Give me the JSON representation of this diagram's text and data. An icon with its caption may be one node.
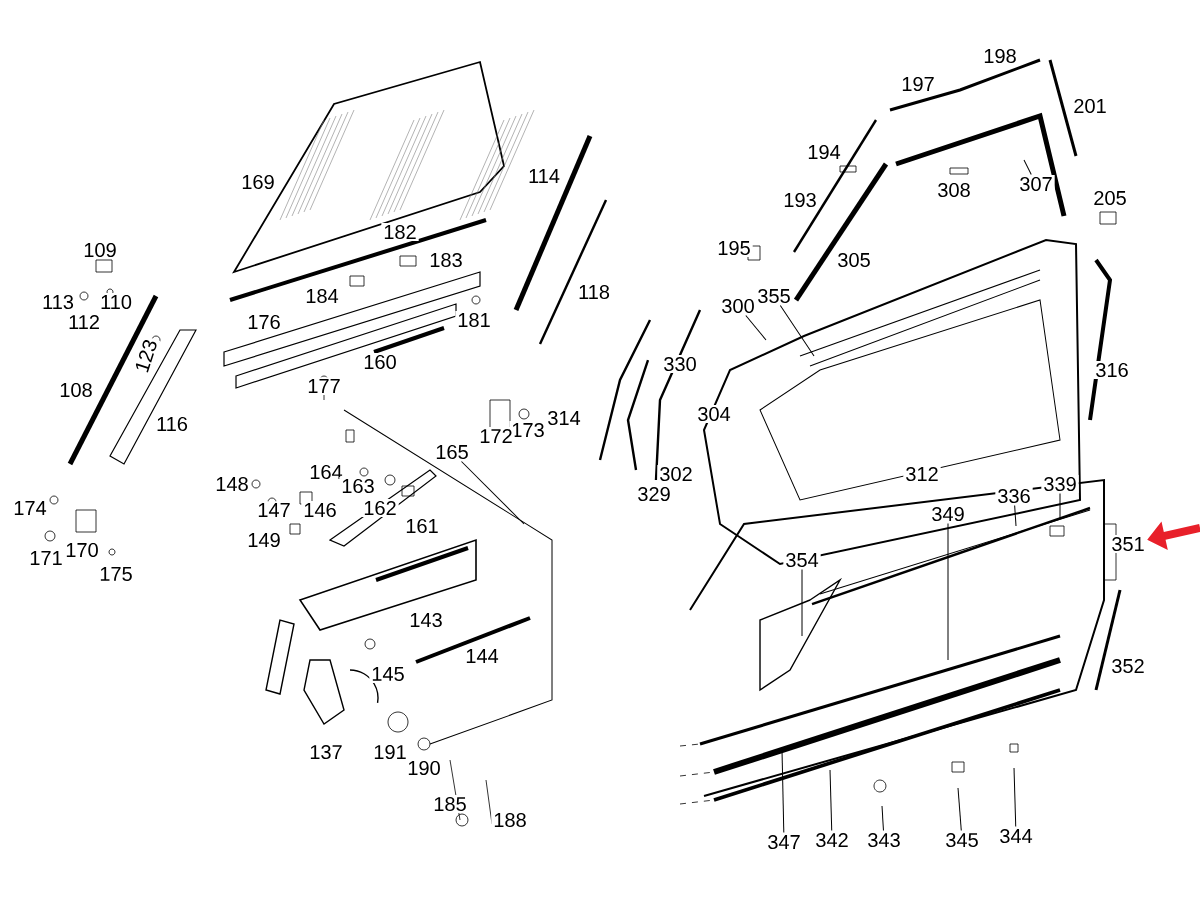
{
  "diagram": {
    "nodes": [
      {
        "text": [
          "165"
        ]
      },
      {
        "text": [
          "307"
        ]
      },
      {
        "text": [
          "300"
        ]
      },
      {
        "text": [
          "355"
        ]
      },
      {
        "text": [
          "336"
        ]
      },
      {
        "text": [
          "339"
        ]
      },
      {
        "text": [
          "351"
        ]
      },
      {
        "text": [
          "349"
        ]
      },
      {
        "text": [
          "354"
        ]
      },
      {
        "text": [
          "347"
        ]
      },
      {
        "text": [
          "342"
        ]
      },
      {
        "text": [
          "343"
        ]
      },
      {
        "text": [
          "345"
        ]
      },
      {
        "text": [
          "344"
        ]
      }
    ],
    "edges": [
      {
        "from": 0,
        "to": null,
        "arrow": "none"
      },
      {
        "from": 1,
        "to": null,
        "arrow": "none"
      },
      {
        "from": 2,
        "to": null,
        "arrow": "none"
      },
      {
        "from": 3,
        "to": null,
        "arrow": "none"
      },
      {
        "from": 4,
        "to": null,
        "arrow": "none"
      },
      {
        "from": 5,
        "to": null,
        "arrow": "none"
      },
      {
        "from": 7,
        "to": null,
        "arrow": "none"
      },
      {
        "from": 8,
        "to": null,
        "arrow": "none"
      },
      {
        "from": 9,
        "to": null,
        "arrow": "none"
      },
      {
        "from": 10,
        "to": null,
        "arrow": "none"
      },
      {
        "from": 11,
        "to": null,
        "arrow": "none"
      },
      {
        "from": 12,
        "to": null,
        "arrow": "none"
      },
      {
        "from": 13,
        "to": null,
        "arrow": "none"
      },
      {
        "from": null,
        "to": 6,
        "arrow": "to",
        "style": "thick",
        "color": "#e8202a"
      }
    ],
    "labels": [
      "198",
      "197",
      "201",
      "194",
      "114",
      "169",
      "308",
      "205",
      "193",
      "182",
      "183",
      "305",
      "195",
      "109",
      "184",
      "118",
      "113",
      "110",
      "112",
      "181",
      "176",
      "160",
      "123",
      "108",
      "177",
      "330",
      "316",
      "304",
      "173",
      "172",
      "314",
      "116",
      "312",
      "302",
      "329",
      "164",
      "148",
      "163",
      "162",
      "147",
      "146",
      "161",
      "149",
      "174",
      "170",
      "171",
      "175",
      "143",
      "144",
      "145",
      "352",
      "137",
      "191",
      "190",
      "185",
      "188"
    ]
  }
}
